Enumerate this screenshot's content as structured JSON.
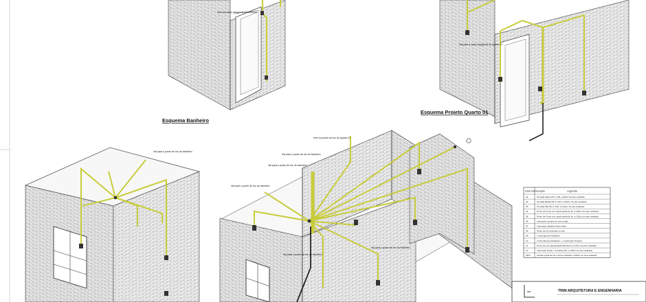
{
  "titles": {
    "banheiro": "Esquema Banheiro",
    "quarto": "Esquema Projeto Quarto 01"
  },
  "annotations": [
    "Vem da caixa octogonal do banheiro",
    "Vai para a caixa octogonal do quarto 01",
    "Vai para o ponto de luz do banheiro",
    "Vem do ponto de luz do quarto 01",
    "Vai para o ponto de luz do banheiro",
    "Vai para o ponto de luz do banheiro",
    "Vai para o ponto de luz do banheiro",
    "Vai para o ponto de luz do banheiro",
    "Vai para o ponto de luz do banheiro"
  ],
  "legend": {
    "headers": [
      "Usar Numeração",
      "Legenda"
    ],
    "rows": [
      [
        "01",
        "Tomada baixa 2P+T, 10A, a 30cm do piso acabado"
      ],
      [
        "02",
        "Tomada Média 2P+T, 10A, a 120cm do piso acabado"
      ],
      [
        "03",
        "Tomada Alta 2P+T, 10A, a 210cm do piso acabado"
      ],
      [
        "04",
        "Ponto de Força com placa saída de fio, a 220cm do piso acabado"
      ],
      [
        "05",
        "Ponto de Força com placa saída de fio, a 120cm do piso acabado"
      ],
      [
        "06",
        "Interruptor simples de uma seção"
      ],
      [
        "07",
        "Interruptor paralelo (three-way)"
      ],
      [
        "08",
        "Ponto de luz embutido no teto"
      ],
      [
        "09",
        "2 Interruptores Paralelos"
      ],
      [
        "10",
        "2 Interruptores Paralelos + 1 Interruptor Simples"
      ],
      [
        "11",
        "Ponto de Luz para Espelho Banheiro a 170cm do piso acabado"
      ],
      [
        "12",
        "Interruptor Duplo + Tomada 10A, a 120cm do piso acabado"
      ],
      [
        "QDC",
        "Quadro geral de luz e força embutido a 150cm do piso acabado"
      ]
    ]
  },
  "title_block": {
    "company": "TRIM ARQUITETURA E ENGENHARIA"
  },
  "colors": {
    "conduit": "#c8cc3a",
    "conduit_dark": "#7d8020",
    "feed": "#222222",
    "wall_line": "#6a6a6a"
  }
}
